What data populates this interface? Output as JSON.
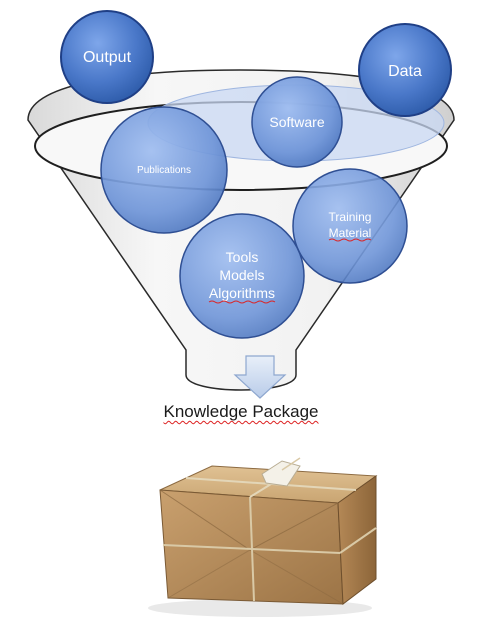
{
  "bubbles": {
    "output": "Output",
    "data": "Data",
    "software": "Software",
    "publications": "Publications",
    "training_line1": "Training",
    "training_line2": "Material",
    "tools_line1": "Tools",
    "tools_line2": "Models",
    "tools_line3": "Algorithms"
  },
  "caption": "Knowledge Package",
  "colors": {
    "bubble_fill": "#4f7fd0",
    "bubble_stroke": "#1f3f86",
    "funnel_fill": "#efefef",
    "funnel_stroke": "#2a2a2a",
    "arrow_fill": "#c9d8f3",
    "box": "#b58d5f"
  },
  "icons": [
    "funnel",
    "down-arrow-icon",
    "package-box-icon"
  ]
}
